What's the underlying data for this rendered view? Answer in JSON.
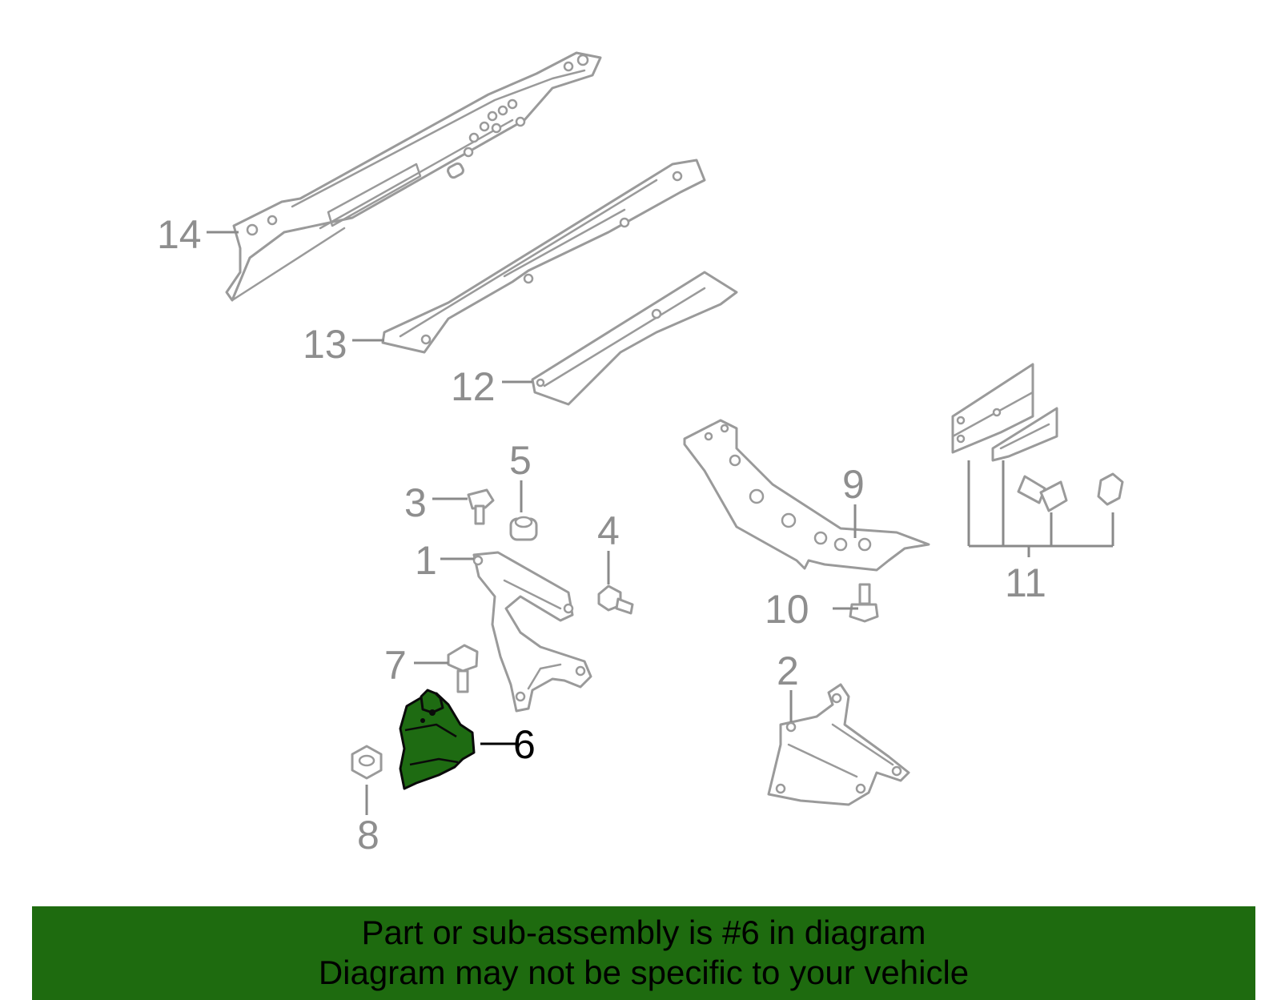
{
  "diagram": {
    "highlight_color": "#1e6b0f",
    "labels": [
      {
        "id": "14",
        "text": "14"
      },
      {
        "id": "13",
        "text": "13"
      },
      {
        "id": "12",
        "text": "12"
      },
      {
        "id": "5",
        "text": "5"
      },
      {
        "id": "3",
        "text": "3"
      },
      {
        "id": "4",
        "text": "4"
      },
      {
        "id": "1",
        "text": "1"
      },
      {
        "id": "9",
        "text": "9"
      },
      {
        "id": "11",
        "text": "11"
      },
      {
        "id": "10",
        "text": "10"
      },
      {
        "id": "7",
        "text": "7"
      },
      {
        "id": "2",
        "text": "2"
      },
      {
        "id": "6",
        "text": "6"
      },
      {
        "id": "8",
        "text": "8"
      }
    ],
    "highlighted_part": "6"
  },
  "banner": {
    "line1": "Part or sub-assembly is #6 in diagram",
    "line2": "Diagram may not be specific to your vehicle"
  }
}
